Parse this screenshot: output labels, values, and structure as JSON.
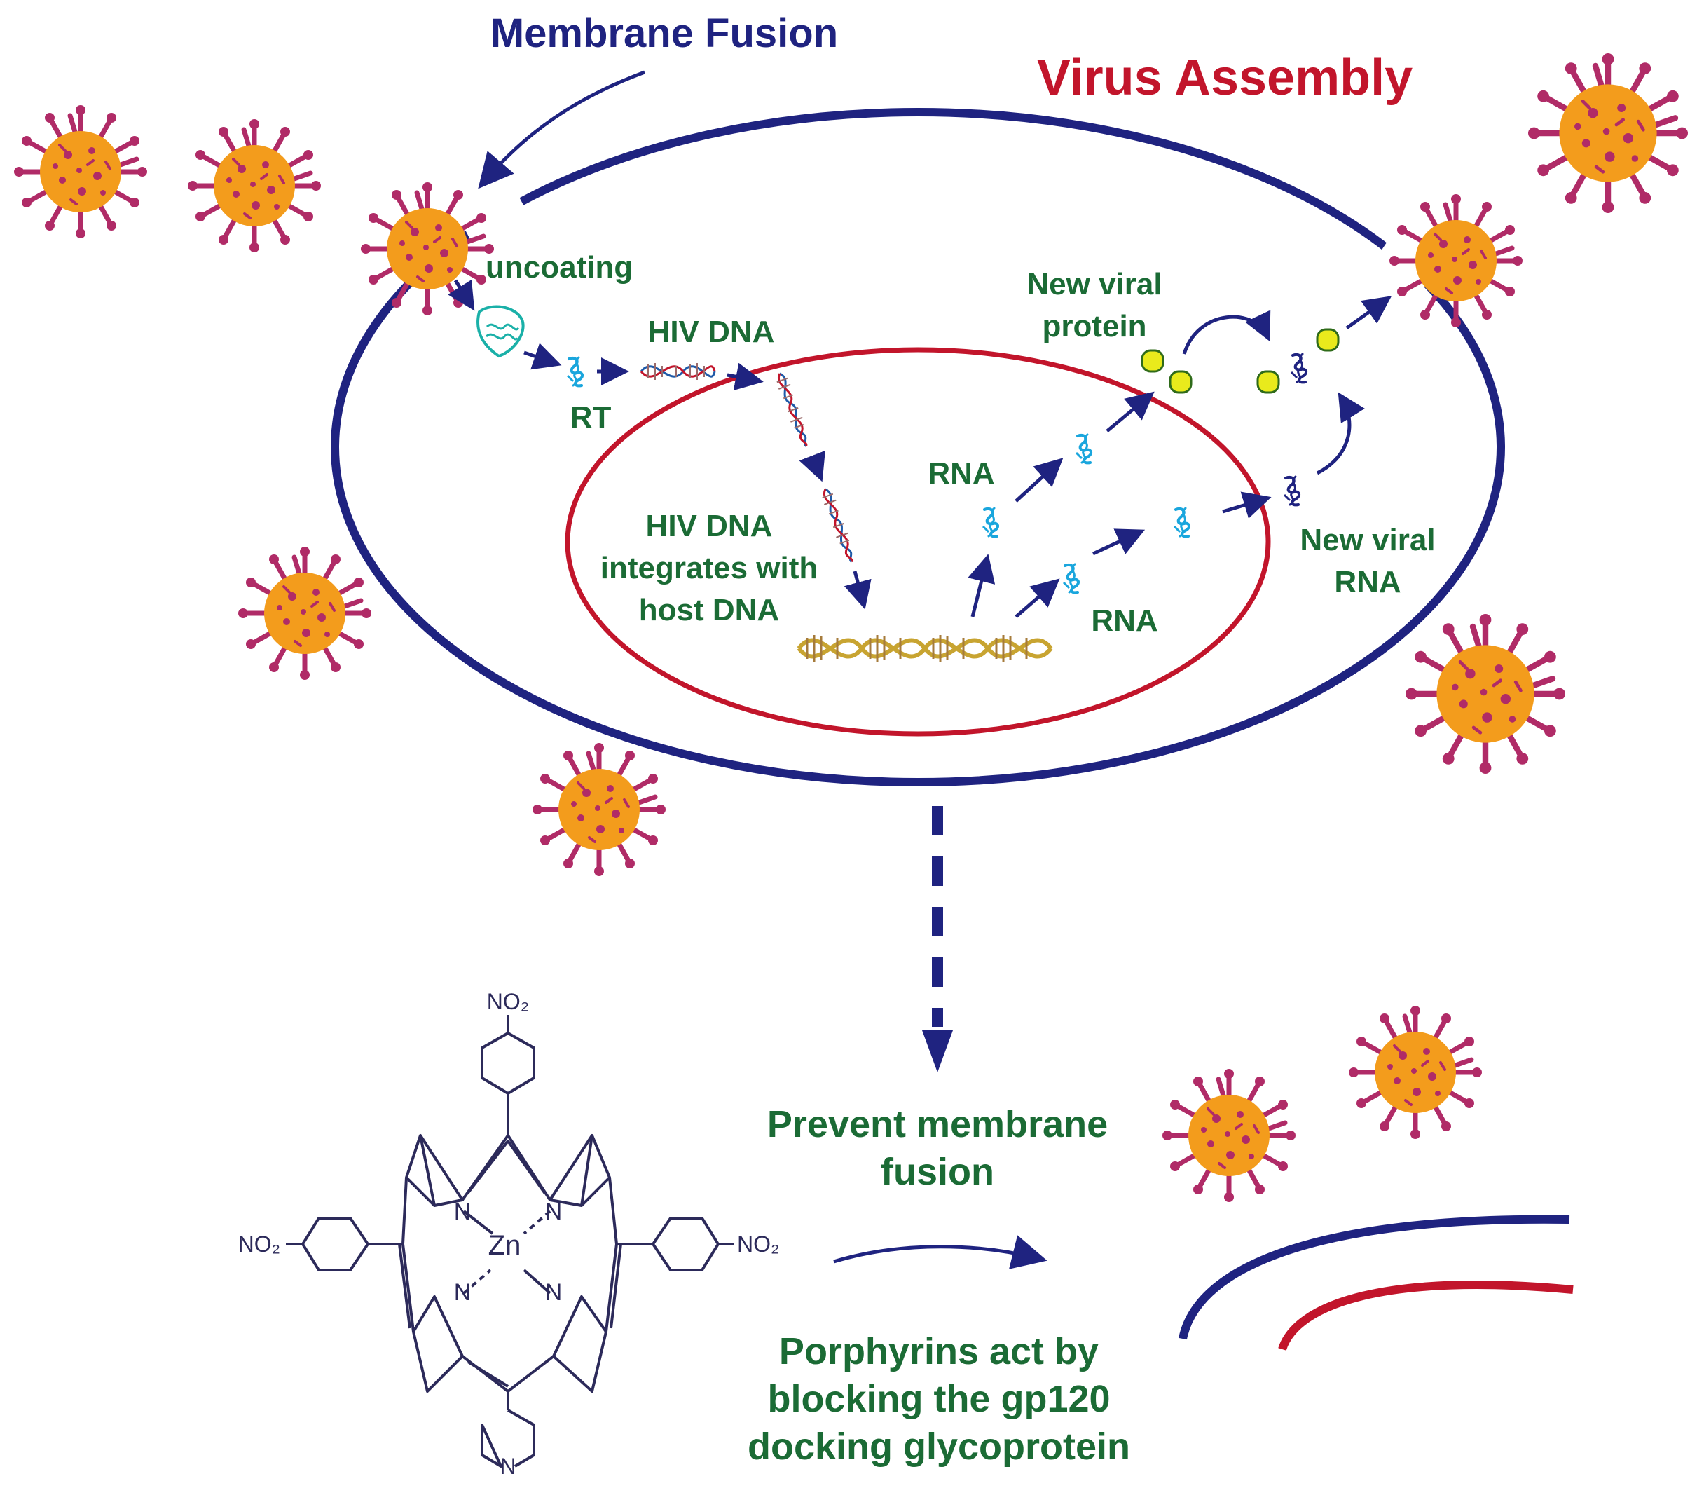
{
  "labels": {
    "membrane_fusion": "Membrane Fusion",
    "virus_assembly": "Virus Assembly",
    "uncoating": "uncoating",
    "rt": "RT",
    "hiv_dna": "HIV DNA",
    "integrates_l1": "HIV DNA",
    "integrates_l2": "integrates with",
    "integrates_l3": "host DNA",
    "rna_upper": "RNA",
    "rna_lower": "RNA",
    "new_protein_l1": "New viral",
    "new_protein_l2": "protein",
    "new_rna_l1": "New viral",
    "new_rna_l2": "RNA",
    "prevent_l1": "Prevent membrane",
    "prevent_l2": "fusion",
    "porph_l1": "Porphyrins act by",
    "porph_l2": "blocking the gp120",
    "porph_l3": "docking glycoprotein"
  },
  "molecule": {
    "metal": "Zn",
    "nitrogen": "N",
    "nitro_top": "NO₂",
    "nitro_left": "NO₂",
    "nitro_right": "NO₂",
    "pyridine_n": "N"
  },
  "colors": {
    "navy": "#1f2380",
    "red": "#c2152b",
    "green": "#1b6b35",
    "virus_body": "#f39c1c",
    "virus_spike": "#b02b67",
    "dna_gold": "#c8a431",
    "rna_cyan": "#1aa6dd",
    "protein_yellow": "#e9ea1c",
    "molecule": "#2c2a5a"
  },
  "icons": [
    "virus-icon",
    "capsid-icon",
    "rna-icon",
    "dna-icon",
    "host-dna-icon",
    "protein-icon",
    "porphyrin-molecule"
  ]
}
